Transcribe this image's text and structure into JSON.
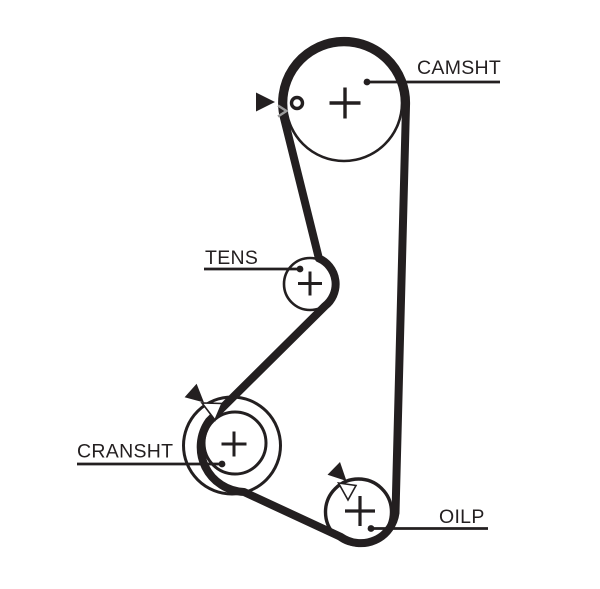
{
  "labels": {
    "camsht": "CAMSHT",
    "tens": "TENS",
    "cransht": "CRANSHT",
    "oilp": "OILP"
  },
  "colors": {
    "ink": "#231f20",
    "bg": "#ffffff",
    "tick": "#9b9b9b"
  },
  "icons": {
    "direction_arrow": "filled-triangle-pointer",
    "center_mark": "plus-cross",
    "alignment_hole": "small-circle",
    "timing_notch": "white-v-notch",
    "belt_mark": "gray-chevron-tick",
    "leader_dot": "filled-dot"
  }
}
